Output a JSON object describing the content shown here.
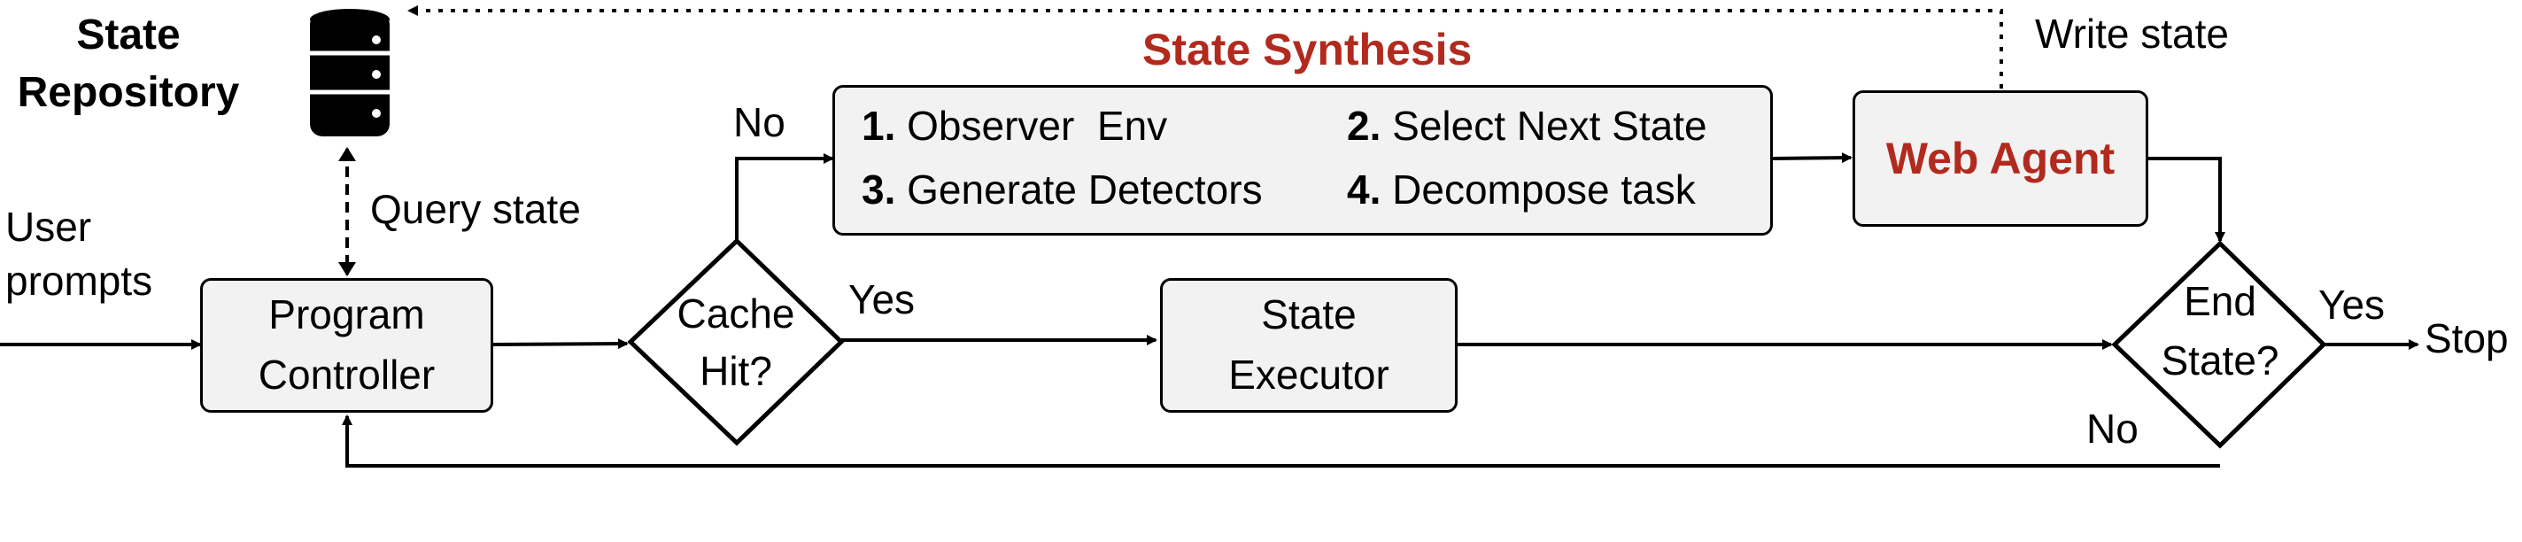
{
  "repository": {
    "title_line1": "State",
    "title_line2": "Repository"
  },
  "inputs": {
    "user_prompts_line1": "User",
    "user_prompts_line2": "prompts"
  },
  "edges": {
    "query_state": "Query state",
    "write_state": "Write state",
    "cache_no": "No",
    "cache_yes": "Yes",
    "end_yes": "Yes",
    "end_no": "No",
    "stop": "Stop"
  },
  "nodes": {
    "program_controller": {
      "line1": "Program",
      "line2": "Controller"
    },
    "cache_hit": {
      "line1": "Cache",
      "line2": "Hit?"
    },
    "state_executor": {
      "line1": "State",
      "line2": "Executor"
    },
    "end_state": {
      "line1": "End",
      "line2": "State?"
    },
    "web_agent": {
      "label": "Web Agent"
    }
  },
  "state_synthesis": {
    "title": "State Synthesis",
    "steps": [
      {
        "num": "1.",
        "text": "Observer  Env"
      },
      {
        "num": "2.",
        "text": "Select Next State"
      },
      {
        "num": "3.",
        "text": "Generate Detectors"
      },
      {
        "num": "4.",
        "text": "Decompose task"
      }
    ]
  },
  "colors": {
    "accent_red": "#b22a1e",
    "box_fill": "#f2f2f2",
    "line": "#000000"
  },
  "icons": {
    "repository": "database-icon"
  }
}
